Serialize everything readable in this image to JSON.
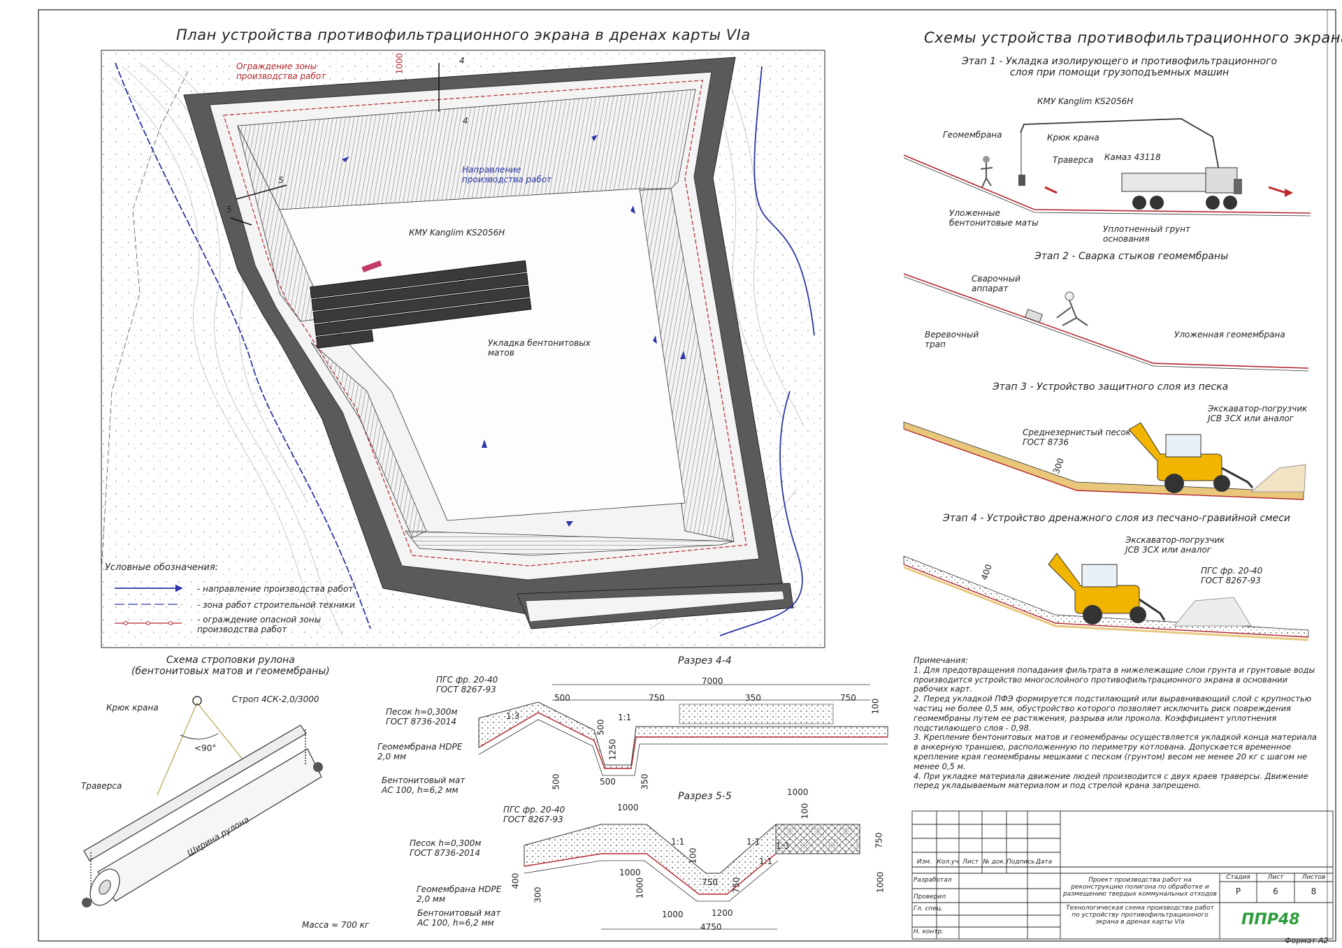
{
  "plan": {
    "title": "План устройства противофильтрационного экрана в дренах карты VIa",
    "labels": {
      "fence": "Ограждение зоны\nпроизводства работ",
      "direction": "Направление\nпроизводства работ",
      "crane": "КМУ Kanglim KS2056H",
      "bentonite": "Укладка бентонитовых\nматов",
      "dim_1000": "1000",
      "sec4a": "4",
      "sec4b": "4",
      "sec5a": "5",
      "sec5b": "5"
    },
    "legend": {
      "title": "Условные обозначения:",
      "items": [
        "- направление производства работ",
        "- зона работ строительной техники",
        "- ограждение опасной зоны производства работ"
      ]
    }
  },
  "schemes": {
    "title": "Схемы устройства противофильтрационного экрана",
    "stage1": {
      "title": "Этап 1 - Укладка изолирующего и противофильтрационного\nслоя при помощи грузоподъемных машин",
      "labels": [
        "КМУ Kanglim KS2056H",
        "Геомембрана",
        "Крюк крана",
        "Траверса",
        "Камаз 43118",
        "Уложенные\nбентонитовые маты",
        "Уплотненный грунт\nоснования"
      ]
    },
    "stage2": {
      "title": "Этап 2 - Сварка стыков геомембраны",
      "labels": [
        "Сварочный\nаппарат",
        "Веревочный\nтрап",
        "Уложенная геомембрана"
      ]
    },
    "stage3": {
      "title": "Этап 3 - Устройство защитного слоя из песка",
      "labels": [
        "Экскаватор-погрузчик\nJCB 3CX или аналог",
        "Среднезернистый песок\nГОСТ 8736",
        "300"
      ]
    },
    "stage4": {
      "title": "Этап 4 - Устройство дренажного слоя из песчано-гравийной смеси",
      "labels": [
        "Экскаватор-погрузчик\nJCB 3CX или аналог",
        "ПГС фр. 20-40\nГОСТ 8267-93",
        "400"
      ]
    }
  },
  "sling": {
    "title": "Схема строповки рулона\n(бентонитовых матов и геомембраны)",
    "labels": [
      "Крюк крана",
      "Строп 4СК-2,0/3000",
      "<90°",
      "Траверса",
      "Ширина рулона"
    ],
    "mass": "Масса ≈ 700 кг"
  },
  "section44": {
    "title": "Разрез 4-4",
    "labels": [
      "ПГС фр. 20-40\nГОСТ 8267-93",
      "Песок h=0,300м\nГОСТ 8736-2014",
      "Геомембрана HDPE\n2,0 мм",
      "Бентонитовый мат\nАС 100, h=6,2 мм"
    ],
    "dims": [
      "7000",
      "500",
      "750",
      "350",
      "750",
      "100",
      "1:3",
      "1:1",
      "500",
      "1250",
      "500",
      "500",
      "350"
    ]
  },
  "section55": {
    "title": "Разрез 5-5",
    "labels": [
      "ПГС фр. 20-40\nГОСТ 8267-93",
      "Песок h=0,300м\nГОСТ 8736-2014",
      "Геомембрана HDPE\n2,0 мм",
      "Бентонитовый мат\nАС 100, h=6,2 мм"
    ],
    "dims": [
      "1000",
      "1000",
      "100",
      "1:1",
      "1:1",
      "100",
      "1:3",
      "750",
      "400",
      "300",
      "1000",
      "1000",
      "750",
      "750",
      "1000",
      "1000",
      "1200",
      "4750",
      "1:1"
    ]
  },
  "notes": {
    "title": "Примечания:",
    "items": [
      "1. Для предотвращения попадания фильтрата в нижележащие слои грунта и грунтовые воды производится устройство многослойного противофильтрационного экрана в основании рабочих карт.",
      "2. Перед укладкой ПФЭ формируется подстилающий или выравнивающий слой с крупностью частиц не более 0,5 мм, обустройство которого позволяет исключить риск повреждения геомембраны путем ее растяжения, разрыва или прокола. Коэффициент уплотнения подстилающего слоя - 0,98.",
      "3. Крепление бентонитовых матов и геомембраны осуществляется укладкой конца материала в анкерную траншею, расположенную по периметру котлована. Допускается временное крепление края геомембраны мешками с песком (грунтом) весом не менее 20 кг с шагом не менее 0,5 м.",
      "4. При укладке материала движение людей производится с двух краев траверсы. Движение перед укладываемым материалом и под стрелой крана запрещено."
    ]
  },
  "titleblock": {
    "cols": [
      "Изм.",
      "Кол.уч",
      "Лист",
      "№ док.",
      "Подпись",
      "Дата"
    ],
    "roles": [
      "Разработал",
      "Проверил",
      "Гл. спец.",
      "Н. контр."
    ],
    "project": "Проект производства работ на реконструкцию полигона по обработке и размещению твердых коммунальных отходов",
    "sheet_title": "Технологическая схема производства работ по устройству противофильтрационного экрана в дренах карты VIa",
    "stage_h": "Стадия",
    "sheet_h": "Лист",
    "sheets_h": "Листов",
    "stage": "Р",
    "sheet": "6",
    "sheets": "8",
    "logo": "ППР48",
    "format": "Формат А2"
  },
  "colors": {
    "ink": "#222222",
    "red": "#b3262b",
    "blue": "#2a35a6",
    "road": "#5a5a5a",
    "logo": "#2a9d3a",
    "sand": "#e8c77a",
    "yellow": "#f1b500"
  }
}
